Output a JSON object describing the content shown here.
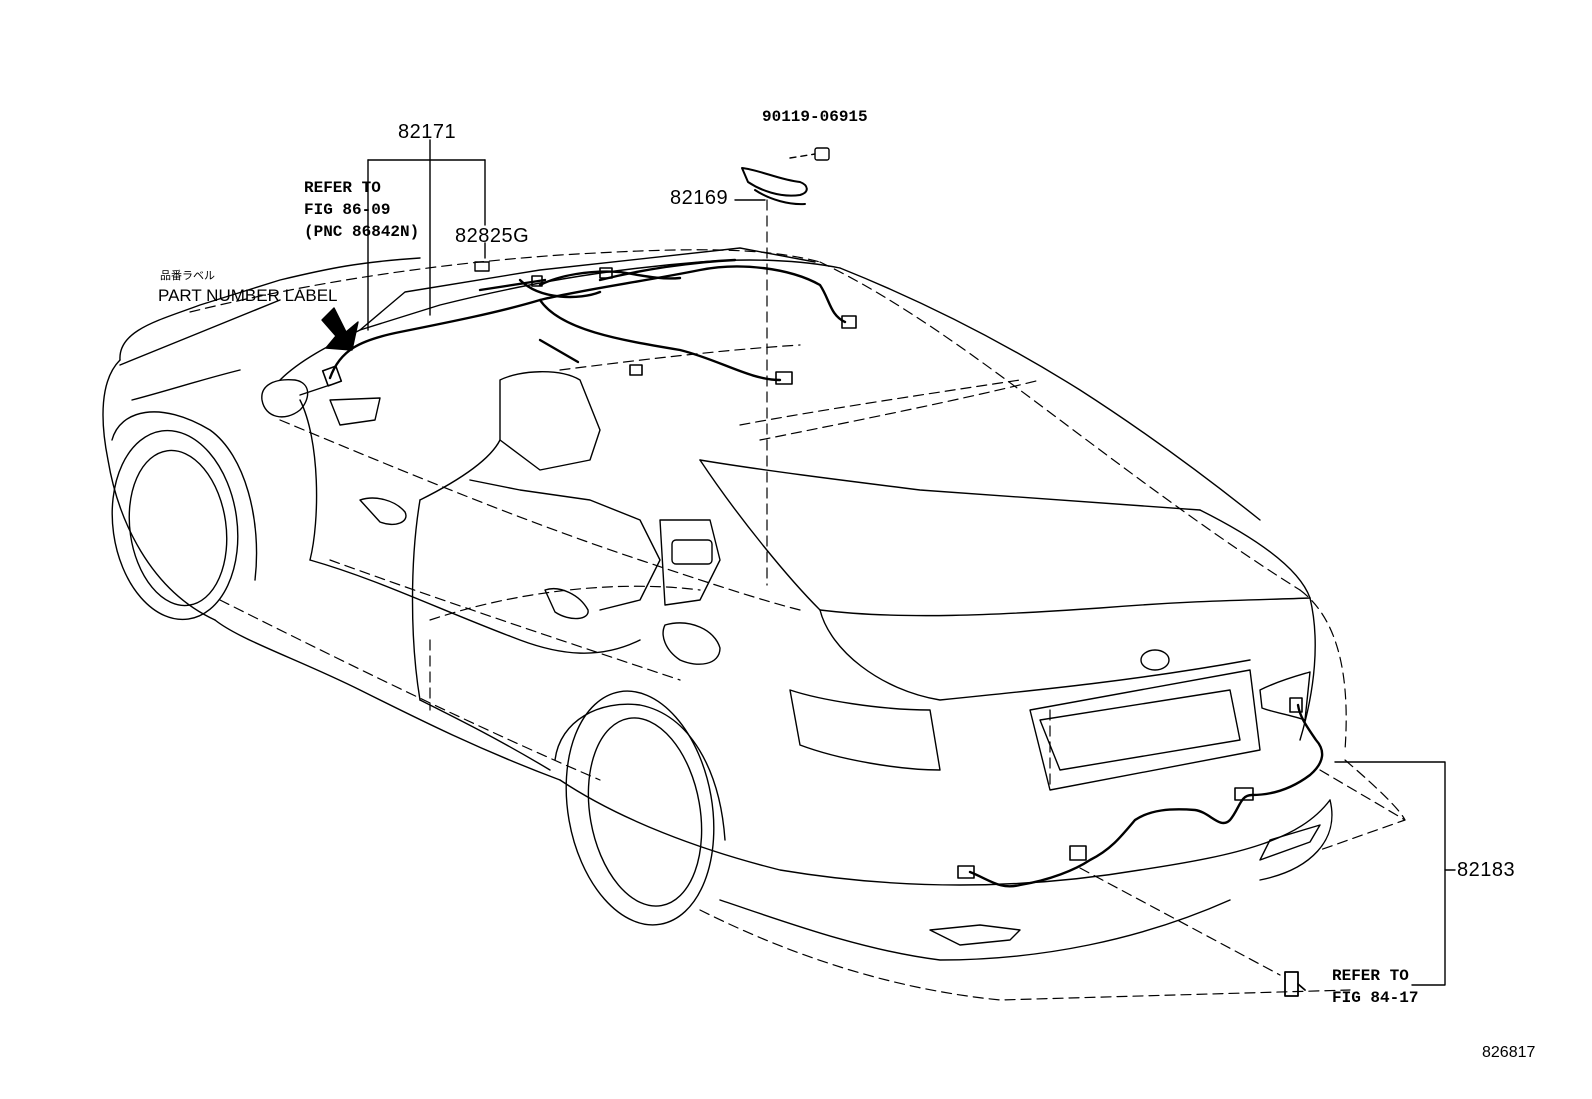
{
  "diagram": {
    "part_numbers": {
      "p82171": "82171",
      "p90119": "90119-06915",
      "p82169": "82169",
      "p82825g": "82825G",
      "p82183": "82183"
    },
    "refer_note_top": {
      "line1": "REFER TO",
      "line2": "FIG 86-09",
      "line3": "(PNC 86842N)"
    },
    "label_jp": "品番ラベル",
    "label_en": "PART NUMBER LABEL",
    "refer_note_bottom": {
      "line1": "REFER TO",
      "line2": "FIG 84-17"
    },
    "figure_id": "826817"
  },
  "colors": {
    "line": "#000000",
    "background": "#ffffff"
  }
}
